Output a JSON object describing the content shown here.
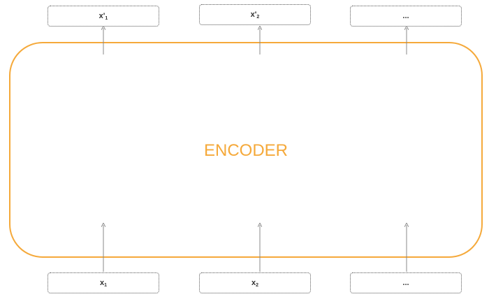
{
  "diagram": {
    "encoder": {
      "label": "ENCODER",
      "color": "#f5a93a"
    },
    "outputs": [
      {
        "base": "x'",
        "sub": "1"
      },
      {
        "base": "x'",
        "sub": "2"
      },
      {
        "base": "...",
        "sub": ""
      }
    ],
    "inputs": [
      {
        "base": "x",
        "sub": "1"
      },
      {
        "base": "x",
        "sub": "2"
      },
      {
        "base": "...",
        "sub": ""
      }
    ]
  }
}
